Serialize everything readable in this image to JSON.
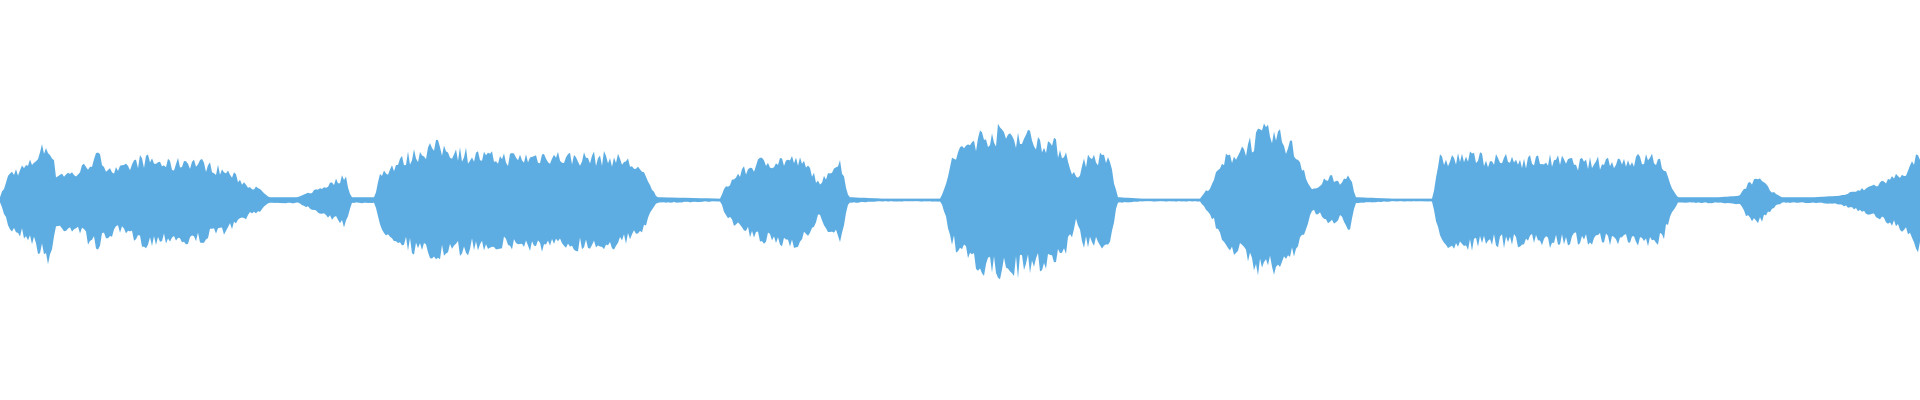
{
  "waveform": {
    "color": "#5dade2",
    "background": "#ffffff",
    "amplitude_envelope": [
      [
        0.0,
        0.02
      ],
      [
        0.5,
        0.2
      ],
      [
        1.5,
        0.26
      ],
      [
        2.2,
        0.38
      ],
      [
        2.6,
        0.42
      ],
      [
        2.9,
        0.2
      ],
      [
        3.2,
        0.2
      ],
      [
        4.0,
        0.2
      ],
      [
        4.6,
        0.28
      ],
      [
        5.1,
        0.32
      ],
      [
        5.6,
        0.26
      ],
      [
        6.0,
        0.22
      ],
      [
        6.6,
        0.24
      ],
      [
        7.2,
        0.3
      ],
      [
        7.8,
        0.3
      ],
      [
        8.4,
        0.28
      ],
      [
        9.0,
        0.26
      ],
      [
        9.6,
        0.3
      ],
      [
        10.4,
        0.28
      ],
      [
        11.2,
        0.24
      ],
      [
        12.0,
        0.2
      ],
      [
        12.8,
        0.12
      ],
      [
        13.5,
        0.08
      ],
      [
        14.0,
        0.02
      ],
      [
        15.5,
        0.02
      ],
      [
        16.2,
        0.06
      ],
      [
        17.2,
        0.12
      ],
      [
        18.0,
        0.18
      ],
      [
        18.3,
        0.02
      ],
      [
        19.5,
        0.02
      ],
      [
        19.8,
        0.2
      ],
      [
        20.5,
        0.26
      ],
      [
        21.5,
        0.34
      ],
      [
        22.5,
        0.4
      ],
      [
        23.5,
        0.38
      ],
      [
        24.5,
        0.34
      ],
      [
        25.5,
        0.32
      ],
      [
        26.5,
        0.32
      ],
      [
        27.5,
        0.32
      ],
      [
        28.5,
        0.34
      ],
      [
        29.5,
        0.32
      ],
      [
        30.5,
        0.32
      ],
      [
        31.5,
        0.32
      ],
      [
        32.5,
        0.3
      ],
      [
        33.3,
        0.24
      ],
      [
        33.9,
        0.1
      ],
      [
        34.2,
        0.02
      ],
      [
        37.5,
        0.01
      ],
      [
        37.8,
        0.1
      ],
      [
        38.5,
        0.2
      ],
      [
        39.5,
        0.28
      ],
      [
        40.5,
        0.3
      ],
      [
        41.5,
        0.3
      ],
      [
        42.3,
        0.22
      ],
      [
        42.7,
        0.1
      ],
      [
        43.2,
        0.24
      ],
      [
        43.8,
        0.28
      ],
      [
        44.2,
        0.02
      ],
      [
        46.0,
        0.01
      ],
      [
        49.0,
        0.01
      ],
      [
        49.2,
        0.1
      ],
      [
        49.6,
        0.3
      ],
      [
        50.5,
        0.44
      ],
      [
        51.5,
        0.5
      ],
      [
        52.5,
        0.5
      ],
      [
        53.5,
        0.48
      ],
      [
        54.5,
        0.44
      ],
      [
        55.5,
        0.36
      ],
      [
        56.1,
        0.14
      ],
      [
        56.4,
        0.3
      ],
      [
        57.0,
        0.32
      ],
      [
        57.8,
        0.3
      ],
      [
        58.2,
        0.02
      ],
      [
        59.5,
        0.01
      ],
      [
        62.5,
        0.01
      ],
      [
        63.0,
        0.1
      ],
      [
        63.8,
        0.3
      ],
      [
        64.8,
        0.4
      ],
      [
        65.8,
        0.5
      ],
      [
        66.5,
        0.48
      ],
      [
        67.3,
        0.4
      ],
      [
        67.9,
        0.24
      ],
      [
        68.3,
        0.08
      ],
      [
        68.7,
        0.1
      ],
      [
        69.2,
        0.18
      ],
      [
        69.8,
        0.12
      ],
      [
        70.3,
        0.2
      ],
      [
        70.6,
        0.02
      ],
      [
        72.5,
        0.01
      ],
      [
        74.6,
        0.01
      ],
      [
        75.0,
        0.3
      ],
      [
        76.0,
        0.32
      ],
      [
        77.0,
        0.32
      ],
      [
        78.0,
        0.3
      ],
      [
        79.0,
        0.3
      ],
      [
        80.0,
        0.3
      ],
      [
        81.0,
        0.3
      ],
      [
        82.0,
        0.28
      ],
      [
        83.0,
        0.28
      ],
      [
        84.0,
        0.3
      ],
      [
        85.0,
        0.3
      ],
      [
        86.0,
        0.32
      ],
      [
        86.6,
        0.28
      ],
      [
        87.0,
        0.1
      ],
      [
        87.4,
        0.02
      ],
      [
        89.5,
        0.02
      ],
      [
        90.6,
        0.03
      ],
      [
        91.0,
        0.12
      ],
      [
        91.6,
        0.16
      ],
      [
        92.3,
        0.06
      ],
      [
        92.8,
        0.02
      ],
      [
        94.5,
        0.02
      ],
      [
        95.8,
        0.03
      ],
      [
        97.0,
        0.08
      ],
      [
        98.5,
        0.16
      ],
      [
        99.5,
        0.24
      ],
      [
        100.0,
        0.36
      ]
    ]
  }
}
